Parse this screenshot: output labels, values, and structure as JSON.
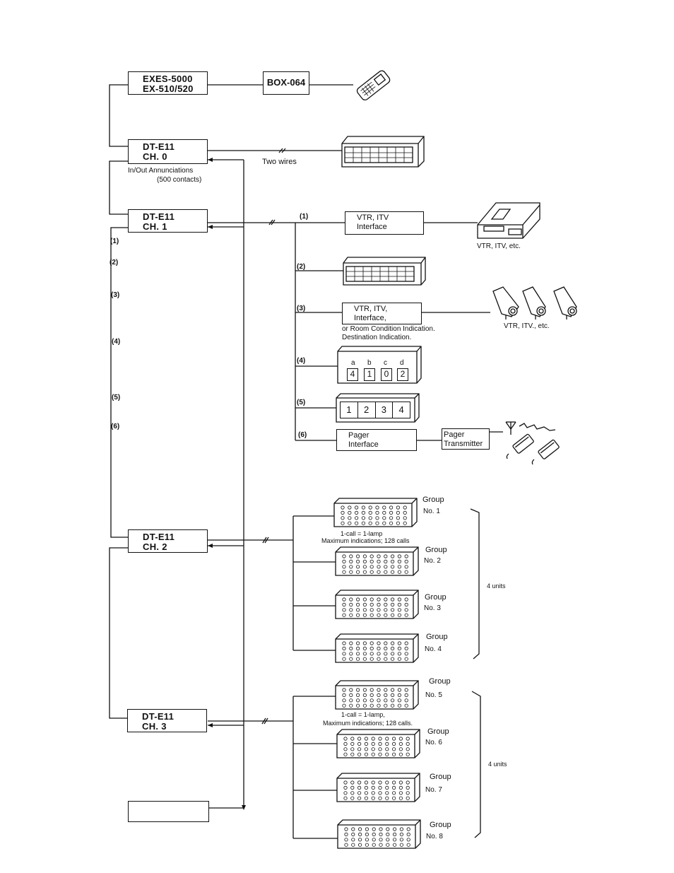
{
  "controllers": {
    "exes": {
      "line1": "EXES-5000",
      "line2": "EX-510/520"
    },
    "box064": "BOX-064",
    "ch0": {
      "line1": "DT-E11",
      "line2": "CH. 0"
    },
    "ch1": {
      "line1": "DT-E11",
      "line2": "CH. 1"
    },
    "ch2": {
      "line1": "DT-E11",
      "line2": "CH. 2"
    },
    "ch3": {
      "line1": "DT-E11",
      "line2": "CH. 3"
    }
  },
  "labels": {
    "two_wires": "Two wires",
    "inout_line1": "In/Out  Annunciations",
    "inout_line2": "(500 contacts)",
    "vtr_itv_etc_top": "VTR, ITV, etc.",
    "vtr_itv_etc_cams": "VTR,   ITV., etc.",
    "room_condition": "or Room Condition Indication.",
    "destination": "Destination Indication.",
    "one_call_a": "1-call = 1-lamp",
    "max_a": "Maximum indications;    128 calls",
    "one_call_b": "1-call = 1-lamp,",
    "max_b": "Maximum indications; 128 calls.",
    "four_units_a": "4 units",
    "four_units_b": "4 units"
  },
  "branch_numbers": [
    "(1)",
    "(2)",
    "(3)",
    "(4)",
    "(5)",
    "(6)"
  ],
  "interfaces": {
    "vtr1": {
      "line1": "VTR, ITV",
      "line2": "Interface"
    },
    "vtr3": {
      "line1": "VTR, ITV,",
      "line2": "Interface,"
    },
    "pager_if": {
      "line1": "Pager",
      "line2": "Interface"
    },
    "pager_tx": {
      "line1": "Pager",
      "line2": "Transmitter"
    }
  },
  "display4": {
    "letters": [
      "a",
      "b",
      "c",
      "d"
    ],
    "digits": [
      "4",
      "1",
      "0",
      "2"
    ]
  },
  "display5": {
    "digits": [
      "1",
      "2",
      "3",
      "4"
    ]
  },
  "groups": [
    {
      "word": "Group",
      "no": "No. 1"
    },
    {
      "word": "Group",
      "no": "No. 2"
    },
    {
      "word": "Group",
      "no": "No. 3"
    },
    {
      "word": "Group",
      "no": "No. 4"
    },
    {
      "word": "Group",
      "no": "No. 5"
    },
    {
      "word": "Group",
      "no": "No. 6"
    },
    {
      "word": "Group",
      "no": "No. 7"
    },
    {
      "word": "Group",
      "no": "No. 8"
    }
  ]
}
